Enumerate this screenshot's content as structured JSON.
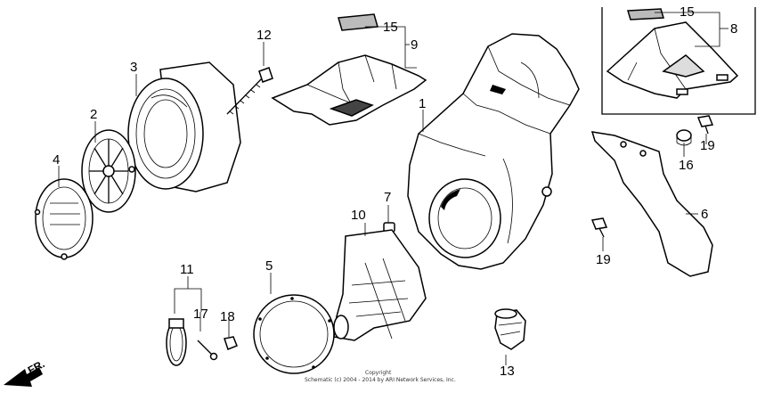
{
  "callouts": {
    "p1": "1",
    "p2": "2",
    "p3": "3",
    "p4": "4",
    "p5": "5",
    "p6": "6",
    "p7": "7",
    "p8": "8",
    "p9": "9",
    "p10": "10",
    "p11": "11",
    "p12": "12",
    "p13": "13",
    "p15a": "15",
    "p15b": "15",
    "p16": "16",
    "p17": "17",
    "p18": "18",
    "p19a": "19",
    "p19b": "19"
  },
  "direction_label": "FR.",
  "copyright": {
    "line1": "Copyright",
    "line2": "Schematic (c) 2004 - 2014 by ARI Network Services, Inc."
  }
}
